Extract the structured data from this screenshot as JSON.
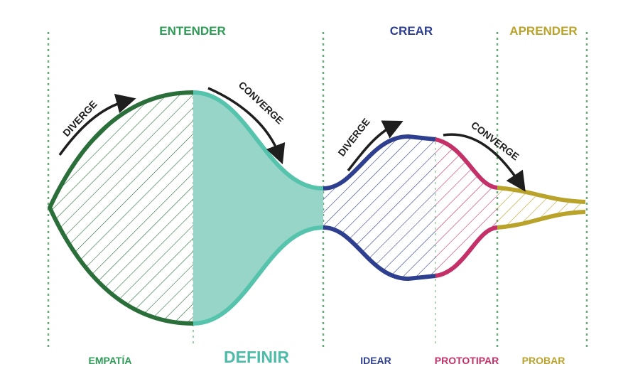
{
  "phases": [
    {
      "label": "ENTENDER",
      "color": "#2e9b57"
    },
    {
      "label": "CREAR",
      "color": "#2e3f8f"
    },
    {
      "label": "APRENDER",
      "color": "#b9a32b"
    }
  ],
  "stages": [
    {
      "label": "EMPATÍA",
      "color": "#2e9b57"
    },
    {
      "label": "DEFINIR",
      "color": "#4dbba8"
    },
    {
      "label": "IDEAR",
      "color": "#2e3f8f"
    },
    {
      "label": "PROTOTIPAR",
      "color": "#c43168"
    },
    {
      "label": "PROBAR",
      "color": "#b9a32b"
    }
  ],
  "arrows": {
    "diverge_1": "DIVERGE",
    "converge_1": "CONVERGE",
    "diverge_2": "DIVERGE",
    "converge_2": "CONVERGE"
  },
  "colors": {
    "empatia": "#2a6e3a",
    "definir_stroke": "#56c3ad",
    "definir_fill": "#96d5c8",
    "idear": "#2e3f8f",
    "prototipar": "#c43168",
    "probar": "#b9a32b",
    "divider": "#6aaa78",
    "arrow": "#1e1e1e"
  }
}
